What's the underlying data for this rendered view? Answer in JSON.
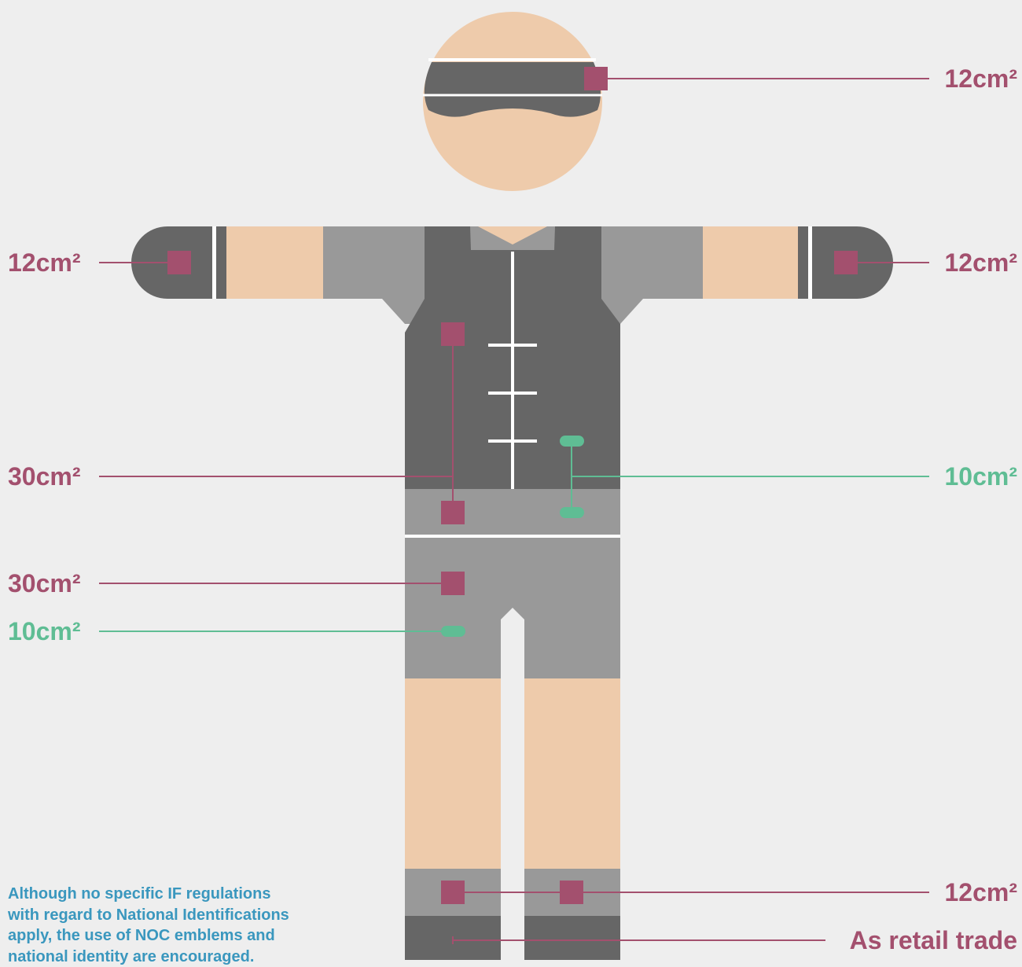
{
  "colors": {
    "background": "#eeeeee",
    "skin": "#eecbab",
    "dark_grey": "#666666",
    "light_grey": "#999999",
    "white": "#ffffff",
    "marker_magenta": "#a3506e",
    "marker_green": "#5fbd94",
    "note_blue": "#3a97be"
  },
  "labels": {
    "headband": "12cm²",
    "left_wristband": "12cm²",
    "right_wristband": "12cm²",
    "upper_body": "30cm²",
    "upper_body_alt": "10cm²",
    "lower_body": "30cm²",
    "lower_body_alt": "10cm²",
    "socks": "12cm²",
    "shoes": "As retail trade"
  },
  "note": {
    "lines": [
      "Although no specific IF regulations",
      "with regard to National Identifications",
      "apply, the use of NOC emblems and",
      "national identity are encouraged."
    ]
  }
}
